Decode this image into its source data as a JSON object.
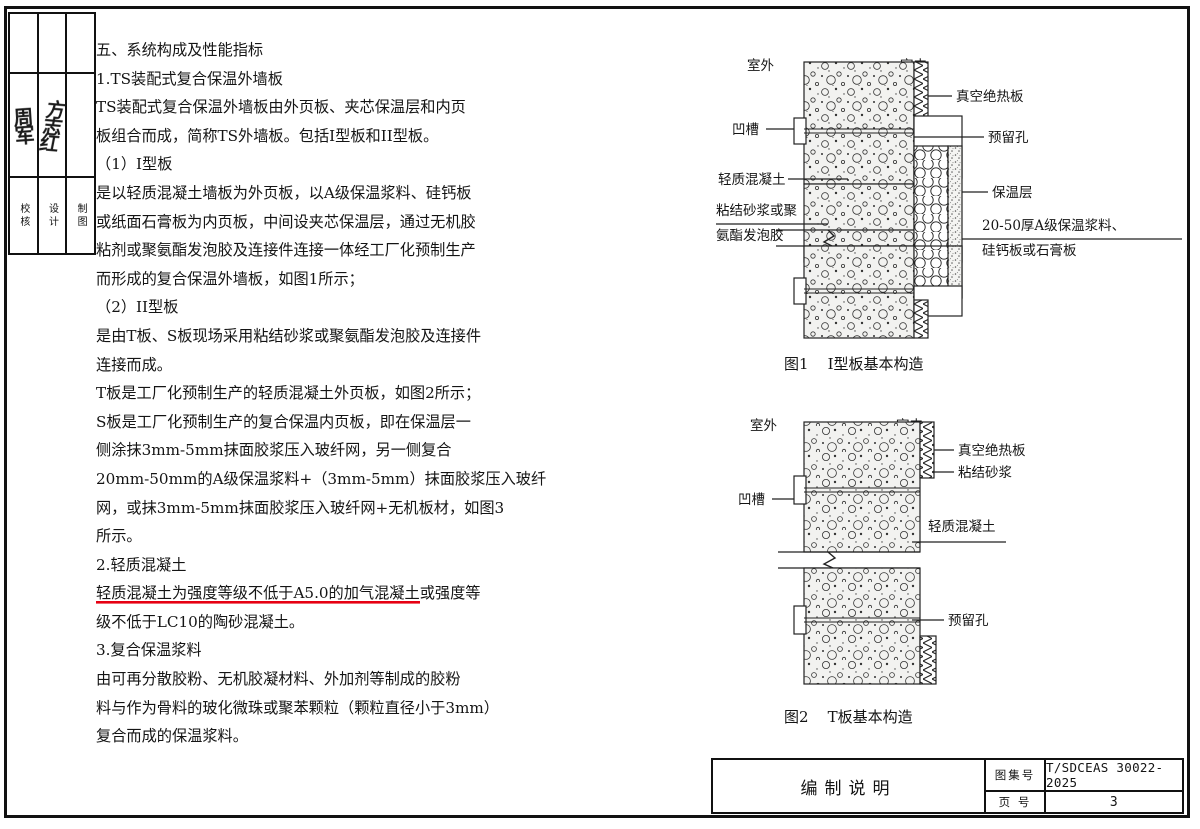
{
  "sidebar": {
    "signature_cells": [
      {
        "name": "blank-top",
        "text": ""
      },
      {
        "name": "signature-left",
        "text": "周军"
      },
      {
        "name": "signature-right",
        "text": "方志红"
      }
    ],
    "role_labels": [
      "校核",
      "设计",
      "制图"
    ]
  },
  "body": {
    "lines": [
      {
        "indent": 0,
        "text": "五、系统构成及性能指标"
      },
      {
        "indent": 1,
        "text": "1.TS装配式复合保温外墙板"
      },
      {
        "indent": 2,
        "text": "TS装配式复合保温外墙板由外页板、夹芯保温层和内页"
      },
      {
        "indent": 1,
        "text": "板组合而成，简称TS外墙板。包括I型板和II型板。"
      },
      {
        "indent": 1,
        "text": "（1）I型板"
      },
      {
        "indent": 2,
        "text": "是以轻质混凝土墙板为外页板，以A级保温浆料、硅钙板"
      },
      {
        "indent": 1,
        "text": "或纸面石膏板为内页板，中间设夹芯保温层，通过无机胶"
      },
      {
        "indent": 1,
        "text": "粘剂或聚氨酯发泡胶及连接件连接一体经工厂化预制生产"
      },
      {
        "indent": 1,
        "text": "而形成的复合保温外墙板，如图1所示；"
      },
      {
        "indent": 1,
        "text": "（2）II型板"
      },
      {
        "indent": 2,
        "text": "是由T板、S板现场采用粘结砂浆或聚氨酯发泡胶及连接件"
      },
      {
        "indent": 1,
        "text": "连接而成。"
      },
      {
        "indent": 1,
        "text": "T板是工厂化预制生产的轻质混凝土外页板，如图2所示；"
      },
      {
        "indent": 1,
        "text": "S板是工厂化预制生产的复合保温内页板，即在保温层一"
      },
      {
        "indent": 1,
        "text": "侧涂抹3mm-5mm抹面胶浆压入玻纤网，另一侧复合"
      },
      {
        "indent": 1,
        "text": "20mm-50mm的A级保温浆料+（3mm-5mm）抹面胶浆压入玻纤"
      },
      {
        "indent": 1,
        "text": "网，或抹3mm-5mm抹面胶浆压入玻纤网+无机板材，如图3"
      },
      {
        "indent": 1,
        "text": "所示。"
      },
      {
        "indent": 1,
        "text": "2.轻质混凝土"
      },
      {
        "indent": 2,
        "text": "轻质混凝土为强度等级不低于A5.0的加气混凝土",
        "underline_red": true,
        "tail": "或强度等"
      },
      {
        "indent": 1,
        "text": "级不低于LC10的陶砂混凝土。"
      },
      {
        "indent": 1,
        "text": "3.复合保温浆料"
      },
      {
        "indent": 2,
        "text": "由可再分散胶粉、无机胶凝材料、外加剂等制成的胶粉"
      },
      {
        "indent": 1,
        "text": "料与作为骨料的玻化微珠或聚苯颗粒（颗粒直径小于3mm）"
      },
      {
        "indent": 1,
        "text": "复合而成的保温浆料。"
      }
    ]
  },
  "figure1": {
    "caption": "图1    I型板基本构造",
    "outside_label": "室外",
    "inside_label": "室内",
    "callouts": {
      "vip": "真空绝热板",
      "groove": "凹槽",
      "reserved_hole": "预留孔",
      "light_concrete": "轻质混凝土",
      "insulation_layer": "保温层",
      "adhesive_line1": "粘结砂浆或聚",
      "adhesive_line2": "氨酯发泡胶",
      "right_spec_line1": "20-50厚A级保温浆料、",
      "right_spec_line2": "硅钙板或石膏板"
    }
  },
  "figure2": {
    "caption": "图2    T板基本构造",
    "outside_label": "室外",
    "inside_label": "室内",
    "callouts": {
      "vip": "真空绝热板",
      "bond_mortar": "粘结砂浆",
      "groove": "凹槽",
      "light_concrete": "轻质混凝土",
      "reserved_hole": "预留孔"
    }
  },
  "titleblock": {
    "title": "编制说明",
    "atlas_key": "图集号",
    "atlas_value": "T/SDCEAS 30022-2025",
    "page_key": "页  号",
    "page_value": "3"
  },
  "colors": {
    "ink": "#141414",
    "red_underline": "#e60012",
    "paper": "#ffffff"
  }
}
